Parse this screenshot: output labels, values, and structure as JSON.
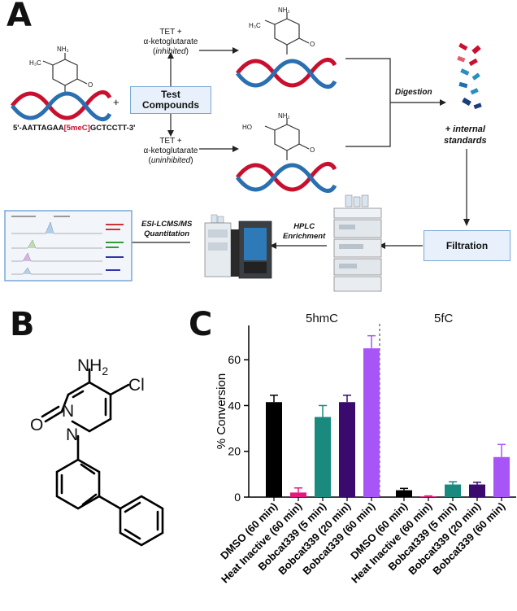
{
  "panel_a": {
    "letter": "A",
    "sequence_prefix": "5'-AATTAGAA",
    "sequence_mod": "[5meC]",
    "sequence_suffix": "GCTCCTT-3'",
    "plus": "+",
    "test_compounds": "Test Compounds",
    "tet_top_line1": "TET +",
    "tet_top_line2": "α-ketoglutarate",
    "tet_top_line3": "inhibited",
    "tet_bottom_line1": "TET +",
    "tet_bottom_line2": "α-ketoglutarate",
    "tet_bottom_line3": "uninhibited",
    "digestion": "Digestion",
    "internal_standards_line1": "+ internal",
    "internal_standards_line2": "standards",
    "filtration": "Filtration",
    "hplc_line1": "HPLC",
    "hplc_line2": "Enrichment",
    "esi_line1": "ESI-LCMS/MS",
    "esi_line2": "Quantitation",
    "mol_nh2": "NH₂",
    "mol_h3c": "H₃C",
    "mol_o": "O",
    "mol_n": "N",
    "mol_ho": "HO",
    "mol_h2": "H₂",
    "mol_c": "C"
  },
  "panel_b": {
    "letter": "B",
    "nh2": "NH",
    "nh2_sub": "2",
    "cl": "Cl",
    "n_top": "N",
    "n_bottom": "N",
    "o": "O"
  },
  "panel_c": {
    "letter": "C",
    "group_5hmc": "5hmC",
    "group_5fc": "5fC"
  },
  "chart_data": {
    "type": "bar",
    "ylabel": "% Conversion",
    "ylim": [
      0,
      75
    ],
    "yticks": [
      0,
      20,
      40,
      60
    ],
    "groups": [
      "5hmC",
      "5fC"
    ],
    "categories": [
      "DMSO (60 min)",
      "Heat Inactive (60 min)",
      "Bobcat339 (5 min)",
      "Bobcat339 (20 min)",
      "Bobcat339 (60 min)"
    ],
    "colors": [
      "#000000",
      "#e8177f",
      "#1a8a7e",
      "#3b0a6e",
      "#a855f7"
    ],
    "series": [
      {
        "name": "5hmC",
        "values": [
          41.5,
          2.0,
          35.0,
          41.5,
          65.0
        ],
        "errors": [
          3.0,
          2.0,
          5.0,
          3.0,
          5.5
        ]
      },
      {
        "name": "5fC",
        "values": [
          3.0,
          0.3,
          5.5,
          5.5,
          17.5
        ],
        "errors": [
          0.8,
          0.2,
          1.2,
          1.0,
          5.5
        ]
      }
    ]
  }
}
